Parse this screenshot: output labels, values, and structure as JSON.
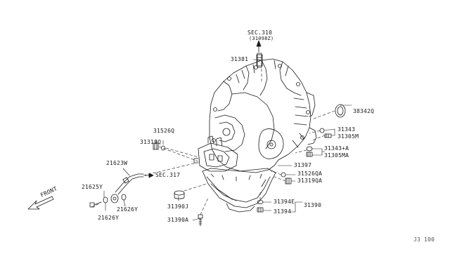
{
  "diagram": {
    "colors": {
      "ink": "#1a1a1a",
      "paper": "#ffffff"
    },
    "labels": {
      "sec310": "SEC.310",
      "sec310_sub": "(31098Z)",
      "p31381": "31381",
      "p38342Q": "38342Q",
      "p31343": "31343",
      "p31305M": "31305M",
      "p31343A": "31343+A",
      "p31305MA": "31305MA",
      "p31397": "31397",
      "p31526QA": "31526QA",
      "p31319QA": "31319QA",
      "p31394E": "31394E",
      "p31390": "31390",
      "p31394": "31394",
      "p31390J": "31390J",
      "p31390A": "31390A",
      "p31526Q": "31526Q",
      "p31319Q": "31319Q",
      "p21623W": "21623W",
      "sec317": "SEC.317",
      "p21625Y": "21625Y",
      "p21626Y_a": "21626Y",
      "p21626Y_b": "21626Y",
      "front": "FRONT",
      "code": "J3 100"
    }
  }
}
